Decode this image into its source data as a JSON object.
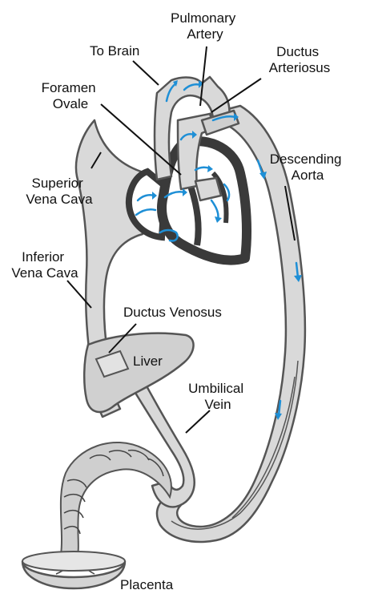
{
  "labels": {
    "pulmonary_artery": [
      "Pulmonary",
      "Artery"
    ],
    "to_brain": "To Brain",
    "ductus_arteriosus": [
      "Ductus",
      "Arteriosus"
    ],
    "foramen_ovale": [
      "Foramen",
      "Ovale"
    ],
    "superior_vena_cava": [
      "Superior",
      "Vena Cava"
    ],
    "descending_aorta": [
      "Descending",
      "Aorta"
    ],
    "inferior_vena_cava": [
      "Inferior",
      "Vena Cava"
    ],
    "ductus_venosus": "Ductus Venosus",
    "liver": "Liver",
    "umbilical_vein": [
      "Umbilical",
      "Vein"
    ],
    "placenta": "Placenta"
  },
  "colors": {
    "vessel_fill": "#d9d9d9",
    "vessel_outline": "#555555",
    "heart_wall": "#3a3a3a",
    "flow_arrow": "#1e8fd6",
    "text": "#111111"
  }
}
